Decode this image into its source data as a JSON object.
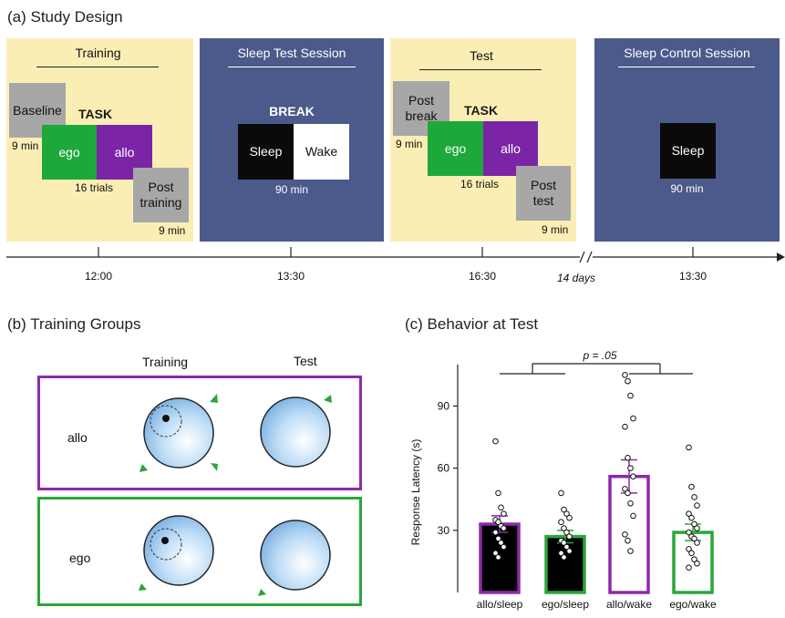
{
  "panel_a": {
    "title": "(a) Study Design",
    "training": {
      "header": "Training",
      "baseline": "Baseline",
      "baseline_time": "9 min",
      "task": "TASK",
      "ego": "ego",
      "allo": "allo",
      "trials": "16 trials",
      "post_line1": "Post",
      "post_line2": "training",
      "post_time": "9 min"
    },
    "sleep_test": {
      "header": "Sleep Test Session",
      "break": "BREAK",
      "sleep": "Sleep",
      "wake": "Wake",
      "duration": "90 min"
    },
    "test": {
      "header": "Test",
      "post_break_line1": "Post",
      "post_break_line2": "break",
      "pre_time": "9 min",
      "task": "TASK",
      "ego": "ego",
      "allo": "allo",
      "trials": "16 trials",
      "post_line1": "Post",
      "post_line2": "test",
      "post_time": "9 min"
    },
    "sleep_control": {
      "header": "Sleep Control Session",
      "sleep": "Sleep",
      "duration": "90 min"
    },
    "timeline": {
      "ticks": [
        "12:00",
        "13:30",
        "16:30",
        "13:30"
      ],
      "gap_label": "14 days"
    }
  },
  "panel_b": {
    "title": "(b) Training Groups",
    "col_training": "Training",
    "col_test": "Test",
    "groups": [
      {
        "label": "allo",
        "color": "#8e2aa8"
      },
      {
        "label": "ego",
        "color": "#2aa63c"
      }
    ]
  },
  "panel_c": {
    "title": "(c) Behavior at Test",
    "p_label": "p = .05"
  },
  "chart_data": {
    "type": "bar",
    "title": "",
    "ylabel": "Response Latency (s)",
    "xlabel": "",
    "ylim": [
      0,
      110
    ],
    "yticks": [
      30,
      60,
      90
    ],
    "categories": [
      "allo/sleep",
      "ego/sleep",
      "allo/wake",
      "ego/wake"
    ],
    "values": [
      33,
      27,
      56,
      29
    ],
    "errors": [
      4,
      3,
      8,
      4
    ],
    "bar_fill": [
      "#000000",
      "#000000",
      "#ffffff",
      "#ffffff"
    ],
    "bar_edge": [
      "#8e2aa8",
      "#2aa63c",
      "#8e2aa8",
      "#2aa63c"
    ],
    "points": [
      [
        73,
        48,
        41,
        38,
        35,
        34,
        32,
        31,
        29,
        26,
        24,
        22,
        19,
        17
      ],
      [
        48,
        40,
        38,
        36,
        34,
        31,
        29,
        27,
        25,
        24,
        22,
        20,
        19,
        17
      ],
      [
        105,
        102,
        95,
        84,
        80,
        65,
        60,
        56,
        50,
        48,
        43,
        37,
        28,
        25,
        20
      ],
      [
        70,
        51,
        46,
        42,
        38,
        36,
        33,
        31,
        29,
        27,
        26,
        24,
        21,
        19,
        16,
        14,
        12
      ]
    ]
  }
}
